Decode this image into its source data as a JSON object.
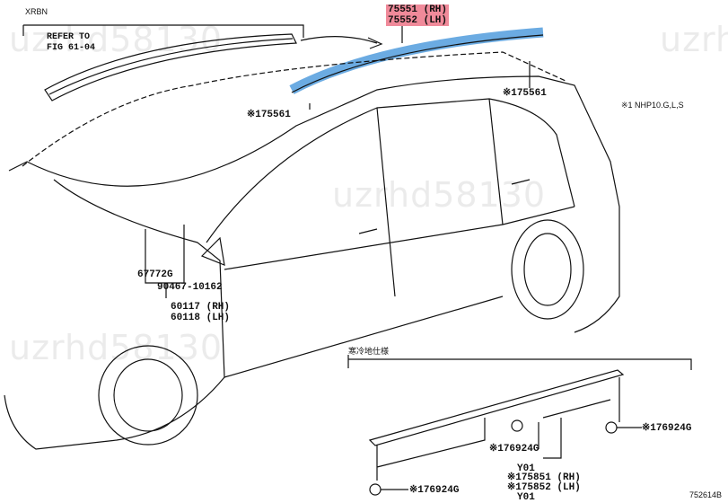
{
  "watermark": "uzrhd58130",
  "labels": {
    "xrbn": "XRBN",
    "refer_line1": "REFER TO",
    "refer_line2": "FIG 61-04",
    "part_rh": "75551 (RH)",
    "part_lh": "75552 (LH)",
    "clip_left": "※175561",
    "clip_right": "※175561",
    "note": "※1 NHP10.G,L,S",
    "p67772": "67772G",
    "p90467": "90467-10162",
    "p60117": "60117 (RH)",
    "p60118": "60118 (LH)",
    "cold_spec": "寒冷地仕様",
    "nut_mid": "※176924G",
    "nut_right": "※176924G",
    "nut_left": "※176924G",
    "y01_top": "Y01",
    "p75851": "※175851 (RH)",
    "p75852": "※175852 (LH)",
    "y01_bottom": "Y01",
    "fig_no": "752614B"
  },
  "colors": {
    "highlight_stroke": "#3a8fd8",
    "label_highlight": "#f08a9a"
  }
}
